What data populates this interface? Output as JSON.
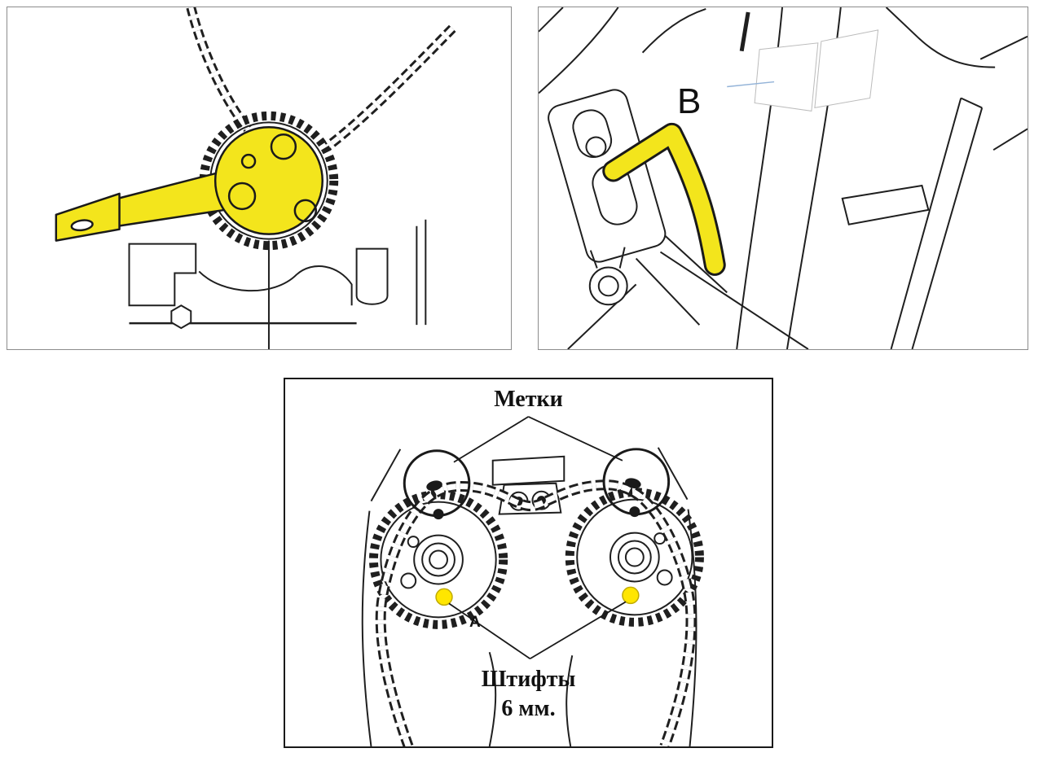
{
  "colors": {
    "tool_highlight": "#f3e51c",
    "pin_highlight": "#ffe600",
    "line": "#1f1f1f",
    "panel_border_light": "#8c8c8c",
    "panel_border_dark": "#1a1a1a"
  },
  "hex_key_panel": {
    "label_b": "B"
  },
  "timing_panel": {
    "marks_label": "Метки",
    "letter_a": "A",
    "pins_line1": "Штифты",
    "pins_line2": "6 мм."
  }
}
